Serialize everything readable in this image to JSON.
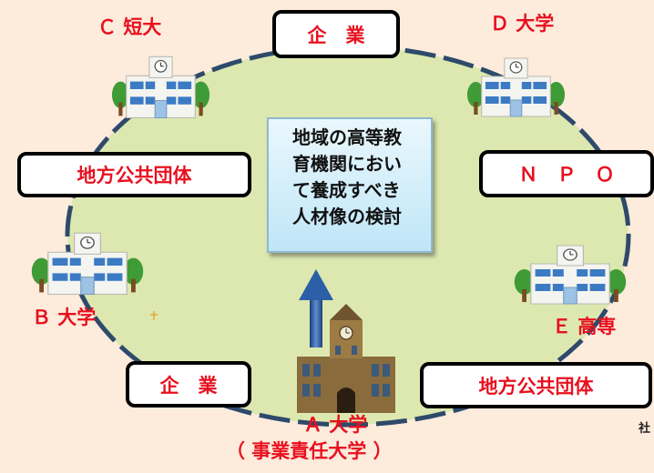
{
  "center_text": [
    "地域の高等教",
    "育機関におい",
    "て養成すべき",
    "人材像の検討"
  ],
  "nodes": {
    "top": "企　業",
    "right": "Ｎ　Ｐ　Ｏ",
    "left": "地方公共団体",
    "bottom_left": "企　業",
    "bottom_right": "地方公共団体"
  },
  "schools": {
    "a": "Ａ 大学",
    "a_sub": "（ 事業責任大学 ）",
    "b": "Ｂ 大学",
    "c": "Ｃ 短大",
    "d": "Ｄ 大学",
    "e": "Ｅ 高専"
  },
  "corner_text": "社",
  "colors": {
    "background": "#fdebdc",
    "ellipse_fill": "#dce8b0",
    "ellipse_border": "#2e4a6b",
    "label_red": "#e8101f",
    "arrow": "#2b5fa8"
  }
}
